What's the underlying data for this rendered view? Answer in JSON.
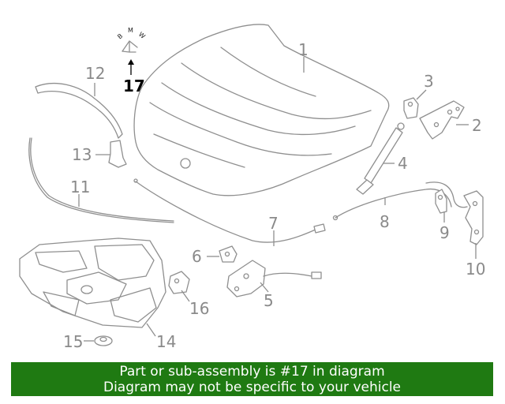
{
  "parts": [
    {
      "id": "1",
      "label": "1"
    },
    {
      "id": "2",
      "label": "2"
    },
    {
      "id": "3",
      "label": "3"
    },
    {
      "id": "4",
      "label": "4"
    },
    {
      "id": "5",
      "label": "5"
    },
    {
      "id": "6",
      "label": "6"
    },
    {
      "id": "7",
      "label": "7"
    },
    {
      "id": "8",
      "label": "8"
    },
    {
      "id": "9",
      "label": "9"
    },
    {
      "id": "10",
      "label": "10"
    },
    {
      "id": "11",
      "label": "11"
    },
    {
      "id": "12",
      "label": "12"
    },
    {
      "id": "13",
      "label": "13"
    },
    {
      "id": "14",
      "label": "14"
    },
    {
      "id": "15",
      "label": "15"
    },
    {
      "id": "16",
      "label": "16"
    },
    {
      "id": "17",
      "label": "17"
    }
  ],
  "highlighted_part": "17",
  "emblem_letters": [
    "B",
    "M",
    "W"
  ],
  "banner": {
    "line1": "Part or sub-assembly is #17 in diagram",
    "line2": "Diagram may not be specific to your vehicle",
    "background": "#1f7a12",
    "text_color": "#ffffff"
  }
}
